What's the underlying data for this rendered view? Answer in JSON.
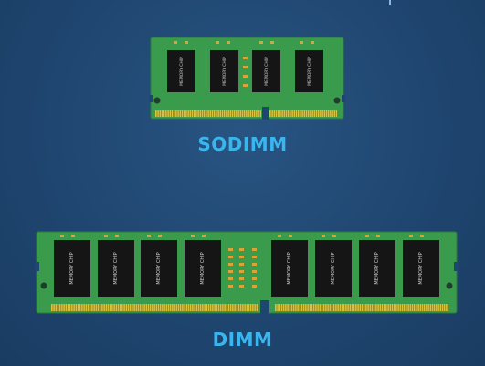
{
  "modules": [
    {
      "id": "sodimm",
      "label": "SODIMM",
      "chip_count": 4,
      "chip_text": "MEMORY CHIP"
    },
    {
      "id": "dimm",
      "label": "DIMM",
      "chip_count": 8,
      "chip_text": "MEMORY CHIP"
    }
  ],
  "colors": {
    "background": "#1f4670",
    "pcb": "#3a9a4c",
    "pcb_edge": "#2f8a40",
    "chip": "#151515",
    "gold_contacts": "#d9c33a",
    "caption": "#39b6ee"
  }
}
